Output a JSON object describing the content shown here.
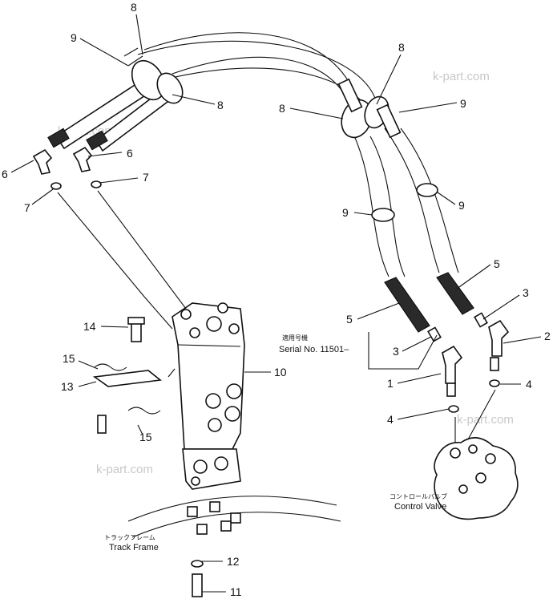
{
  "callouts": [
    {
      "id": "c8a",
      "text": "8"
    },
    {
      "id": "c9a",
      "text": "9"
    },
    {
      "id": "c8b",
      "text": "8"
    },
    {
      "id": "c6a",
      "text": "6"
    },
    {
      "id": "c6b",
      "text": "6"
    },
    {
      "id": "c7a",
      "text": "7"
    },
    {
      "id": "c7b",
      "text": "7"
    },
    {
      "id": "c8c",
      "text": "8"
    },
    {
      "id": "c8d",
      "text": "8"
    },
    {
      "id": "c9b",
      "text": "9"
    },
    {
      "id": "c9c",
      "text": "9"
    },
    {
      "id": "c9d",
      "text": "9"
    },
    {
      "id": "c5a",
      "text": "5"
    },
    {
      "id": "c3a",
      "text": "3"
    },
    {
      "id": "c5b",
      "text": "5"
    },
    {
      "id": "c2",
      "text": "2"
    },
    {
      "id": "c3b",
      "text": "3"
    },
    {
      "id": "c1",
      "text": "1"
    },
    {
      "id": "c4a",
      "text": "4"
    },
    {
      "id": "c4b",
      "text": "4"
    },
    {
      "id": "c14",
      "text": "14"
    },
    {
      "id": "c10",
      "text": "10"
    },
    {
      "id": "c15a",
      "text": "15"
    },
    {
      "id": "c13",
      "text": "13"
    },
    {
      "id": "c15b",
      "text": "15"
    },
    {
      "id": "c12",
      "text": "12"
    },
    {
      "id": "c11",
      "text": "11"
    }
  ],
  "serial": {
    "jp": "適用号機",
    "en": "Serial No. 11501–"
  },
  "control_valve": {
    "jp": "コントロールバルブ",
    "en": "Control Valve"
  },
  "track_frame": {
    "jp": "トラックフレーム",
    "en": "Track Frame"
  },
  "watermarks": [
    "k-part.com",
    "k-part.com",
    "k-part.com",
    "k-part.com"
  ]
}
